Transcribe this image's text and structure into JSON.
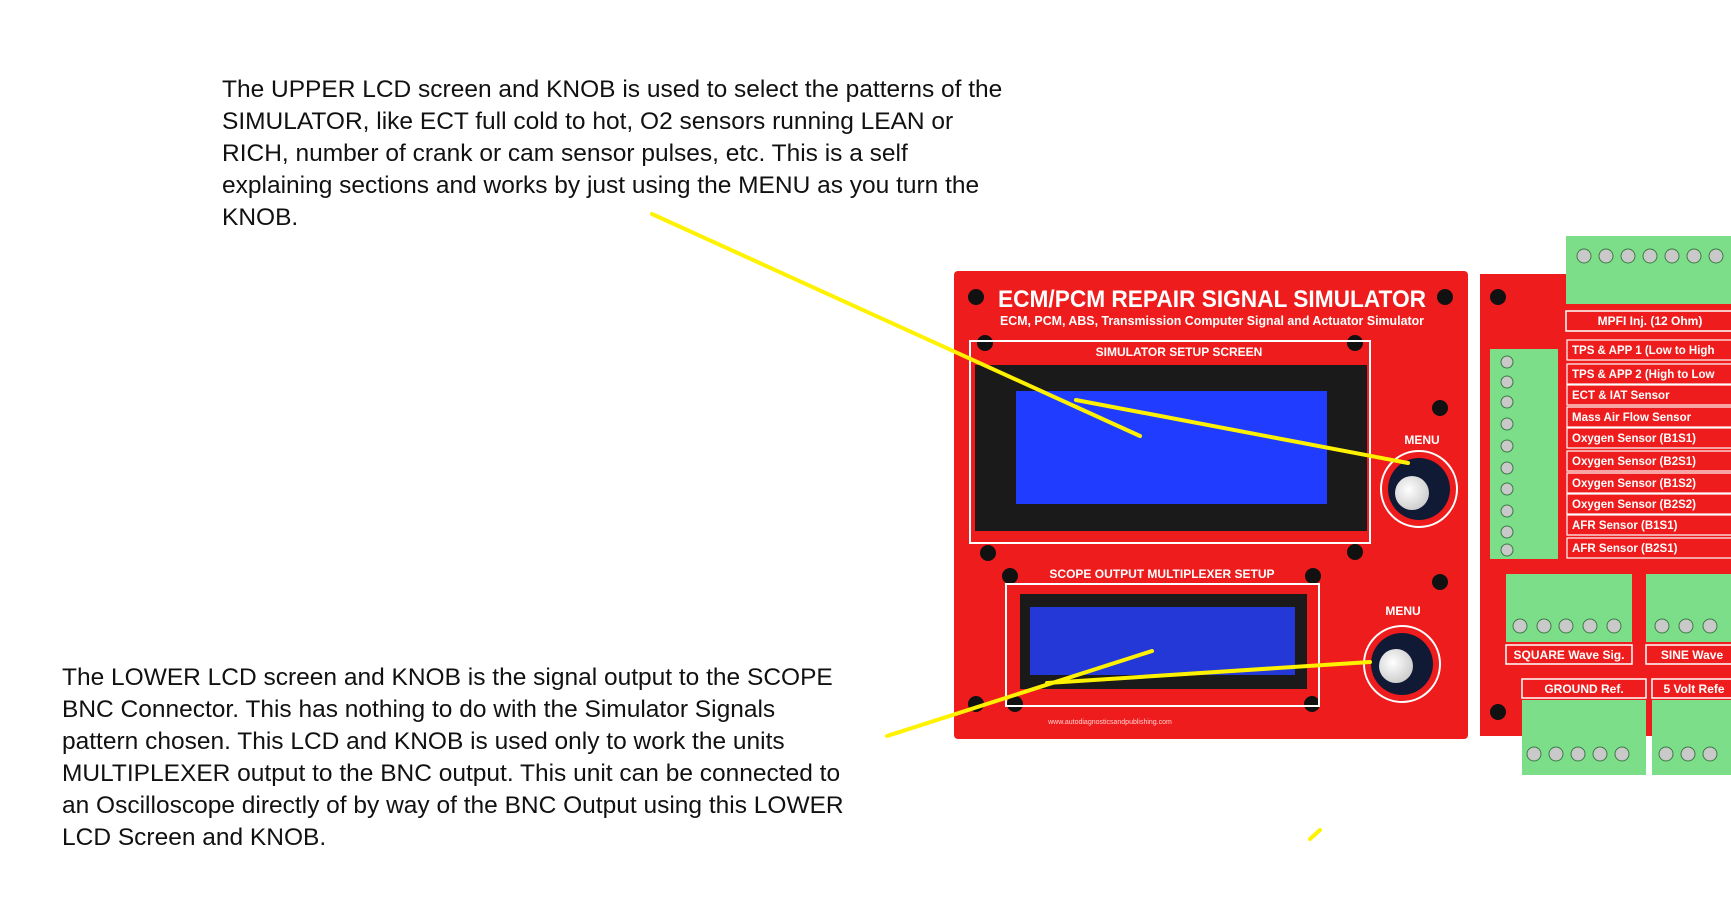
{
  "notes": {
    "upper": "The UPPER LCD screen and KNOB is used to select the patterns of the\nSIMULATOR, like ECT full cold to hot, O2 sensors running LEAN or\nRICH, number of crank or cam sensor pulses, etc. This is a self\nexplaining sections and works by just using the MENU as you turn the\nKNOB.",
    "lower": "The LOWER LCD screen and KNOB is the signal output to the SCOPE\nBNC Connector. This has nothing to do with the Simulator Signals\npattern chosen. This LCD and KNOB is used only to work the units\nMULTIPLEXER output to the BNC output. This unit can be connected to\nan Oscilloscope directly of by way of the BNC Output using this LOWER\nLCD Screen and KNOB."
  },
  "device": {
    "title": "ECM/PCM REPAIR SIGNAL SIMULATOR",
    "subtitle": "ECM, PCM, ABS, Transmission Computer Signal and Actuator Simulator",
    "upper_section_label": "SIMULATOR SETUP SCREEN",
    "lower_section_label": "SCOPE OUTPUT MULTIPLEXER SETUP",
    "upper_knob_label": "MENU",
    "lower_knob_label": "MENU",
    "top_connector_label": "MPFI Inj. (12 Ohm)",
    "sensor_labels": [
      "TPS & APP 1 (Low to High",
      "TPS & APP 2 (High to Low",
      "ECT & IAT Sensor",
      "Mass Air Flow Sensor",
      "Oxygen Sensor (B1S1)",
      "Oxygen Sensor (B2S1)",
      "Oxygen Sensor (B1S2)",
      "Oxygen Sensor (B2S2)",
      "AFR Sensor (B1S1)",
      "AFR Sensor (B2S1)"
    ],
    "square_label": "SQUARE Wave Sig.",
    "sine_label": "SINE Wave",
    "ground_label": "GROUND Ref.",
    "volt_label": "5 Volt Refe",
    "website": "www.autodiagnosticsandpublishing.com"
  },
  "colors": {
    "panel_red": "#ee1c1c",
    "panel_outline": "#ffffff",
    "lcd_upper": "#1f3cff",
    "lcd_lower": "#2438d8",
    "terminal_green": "#7dde8a",
    "callout_yellow": "#fff200"
  }
}
